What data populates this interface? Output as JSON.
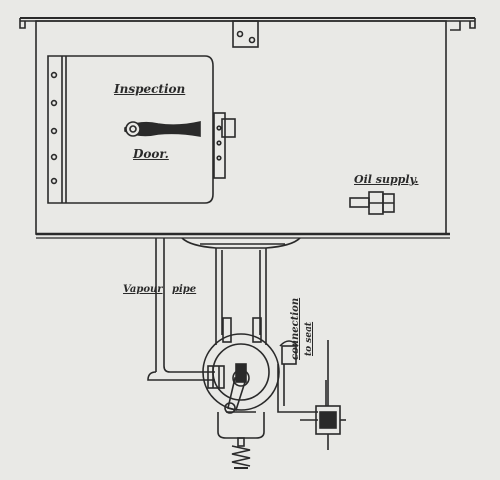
{
  "labels": {
    "inspection": "Inspection",
    "door": "Door.",
    "oil_supply": "Oil supply.",
    "vapour": "Vapour",
    "pipe": "pipe",
    "connection": "connection",
    "to_seat": "to seat"
  },
  "colors": {
    "paper": "#e9e9e6",
    "ink": "#2a2a2a"
  }
}
